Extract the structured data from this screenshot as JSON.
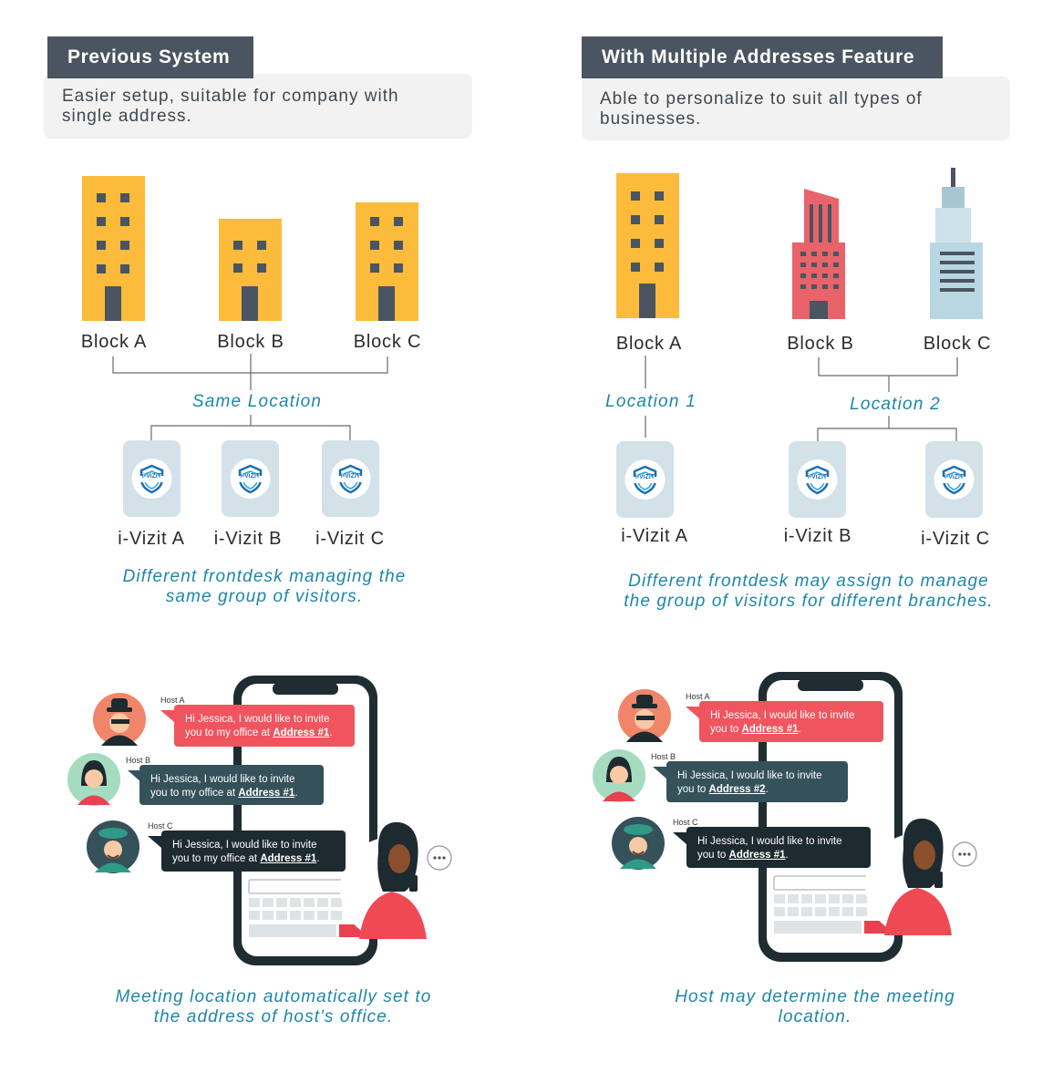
{
  "left": {
    "title": "Previous System",
    "description": "Easier setup, suitable for company with single address.",
    "blocks": [
      "Block A",
      "Block B",
      "Block C"
    ],
    "location": "Same Location",
    "kiosks": [
      "i-Vizit A",
      "i-Vizit B",
      "i-Vizit C"
    ],
    "caption_line1": "Different frontdesk managing the",
    "caption_line2": "same group of visitors.",
    "hosts": [
      {
        "label": "Host A",
        "text": "Hi Jessica, I would like to invite",
        "text2": "you to my office at ",
        "address": "Address #1"
      },
      {
        "label": "Host B",
        "text": "Hi Jessica, I would like to invite",
        "text2": "you to my office at ",
        "address": "Address #1"
      },
      {
        "label": "Host C",
        "text": "Hi Jessica, I would like to invite",
        "text2": "you to my office at ",
        "address": "Address #1"
      }
    ],
    "bottom_caption_line1": "Meeting location automatically set to",
    "bottom_caption_line2": "the address of host's office."
  },
  "right": {
    "title": "With Multiple Addresses Feature",
    "description": "Able to personalize to suit all types of businesses.",
    "blocks": [
      "Block A",
      "Block B",
      "Block C"
    ],
    "locations": [
      "Location 1",
      "Location 2"
    ],
    "kiosks": [
      "i-Vizit A",
      "i-Vizit B",
      "i-Vizit C"
    ],
    "caption_line1": "Different frontdesk may assign to manage",
    "caption_line2": "the group of visitors for different branches.",
    "hosts": [
      {
        "label": "Host A",
        "text": "Hi Jessica, I would like to invite",
        "text2": "you to ",
        "address": "Address #1"
      },
      {
        "label": "Host B",
        "text": "Hi Jessica, I would like to invite",
        "text2": "you to ",
        "address": "Address #2"
      },
      {
        "label": "Host C",
        "text": "Hi Jessica, I would like to invite",
        "text2": "you to ",
        "address": "Address #1"
      }
    ],
    "bottom_caption_line1": "Host may determine the meeting",
    "bottom_caption_line2": "location."
  },
  "logo_text": "i-ViZiT",
  "colors": {
    "building_yellow": "#fcbb3b",
    "window": "#4a5561",
    "building_red": "#e8636a",
    "building_blue": "#b9d7e3",
    "accent": "#1e86a8",
    "bubble_red": "#f0545e",
    "bubble_dark": "#35515a",
    "bubble_black": "#1d2a30"
  }
}
